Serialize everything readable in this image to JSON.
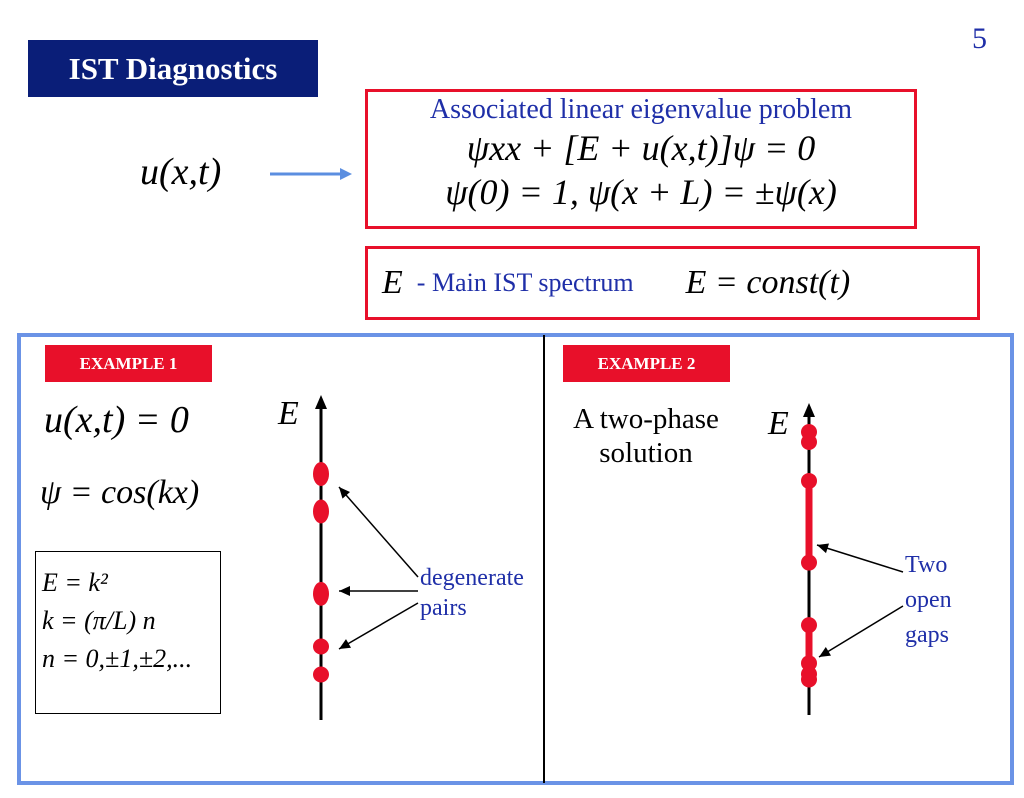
{
  "slide": {
    "page_number": "5",
    "title": "IST Diagnostics"
  },
  "header": {
    "input_func": "u(x,t)",
    "eigen_box": {
      "heading": "Associated linear eigenvalue problem",
      "eq1": "ψxx + [E + u(x,t)]ψ = 0",
      "eq2": "ψ(0) = 1,   ψ(x + L) = ±ψ(x)"
    },
    "spectrum_box": {
      "symbol": "E",
      "label": "- Main IST spectrum",
      "statement": "E = const(t)"
    }
  },
  "example1": {
    "tag": "EXAMPLE 1",
    "eq_u": "u(x,t) = 0",
    "eq_psi": "ψ = cos(kx)",
    "formulas": [
      "E = k²",
      "k = (π/L) n",
      "n = 0,±1,±2,..."
    ],
    "axis_label": "E",
    "annotation": [
      "degenerate",
      "pairs"
    ],
    "spectrum_levels": [
      0.0,
      0.175,
      0.56,
      0.806,
      0.937
    ]
  },
  "example2": {
    "tag": "EXAMPLE 2",
    "description": [
      "A two-phase",
      "solution"
    ],
    "axis_label": "E",
    "annotation": [
      "Two",
      "open",
      "gaps"
    ],
    "bands": [
      [
        0.0,
        0.0
      ],
      [
        0.18,
        0.48
      ],
      [
        0.71,
        0.85
      ],
      [
        0.91,
        0.91
      ]
    ]
  },
  "colors": {
    "title_bg": "#0a1e78",
    "accent_red": "#e8102a",
    "panel_blue": "#6b93e6",
    "text_blue": "#1f2fa8",
    "arrow_blue": "#5b8ee0"
  }
}
